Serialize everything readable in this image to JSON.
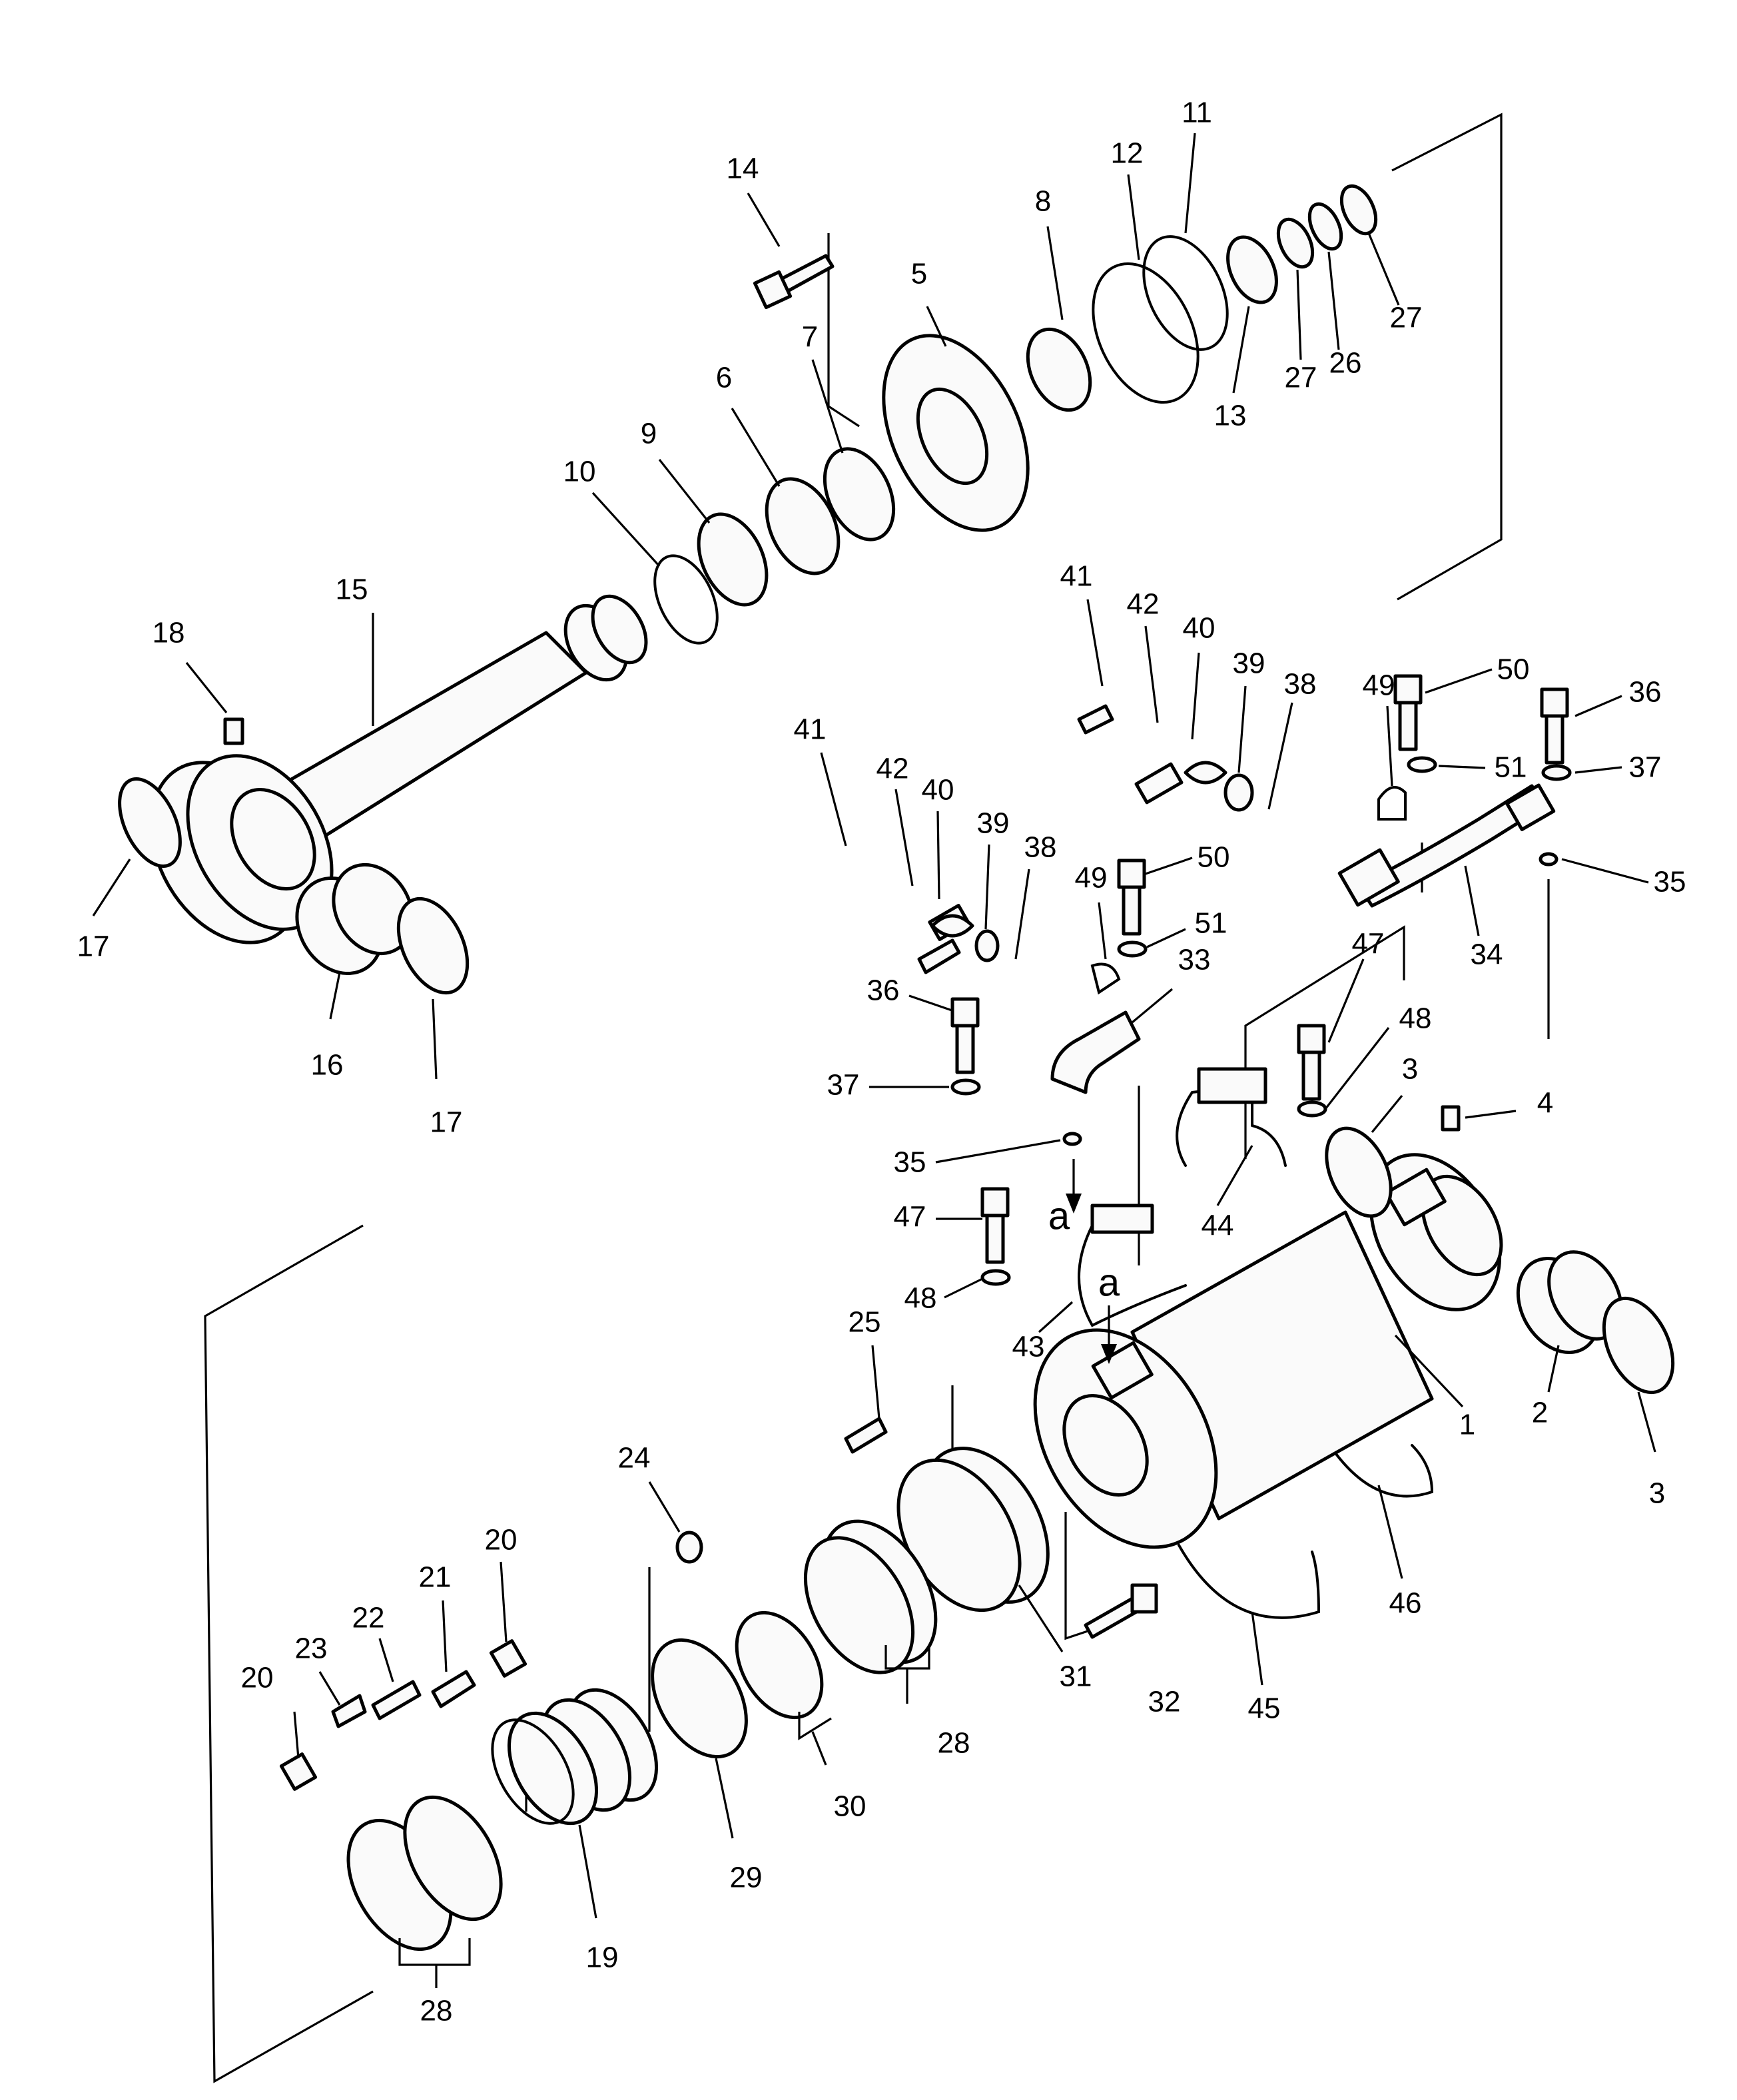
{
  "diagram": {
    "type": "exploded parts view",
    "part_numbers": [
      "1",
      "2",
      "3",
      "4",
      "5",
      "6",
      "7",
      "8",
      "9",
      "10",
      "11",
      "12",
      "13",
      "14",
      "15",
      "16",
      "17",
      "18",
      "19",
      "20",
      "21",
      "22",
      "23",
      "24",
      "25",
      "26",
      "27",
      "28",
      "29",
      "30",
      "31",
      "32",
      "33",
      "34",
      "35",
      "36",
      "37",
      "38",
      "39",
      "40",
      "41",
      "42",
      "43",
      "44",
      "45",
      "46",
      "47",
      "48",
      "49",
      "50",
      "51"
    ],
    "reference_marks": [
      "a",
      "a"
    ]
  }
}
